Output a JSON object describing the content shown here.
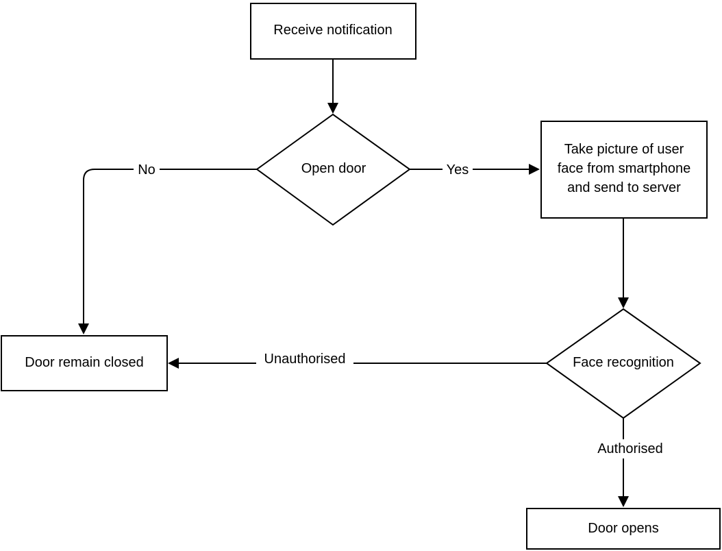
{
  "nodes": {
    "receive_notification": {
      "label": "Receive notification"
    },
    "open_door": {
      "label": "Open door"
    },
    "take_picture": {
      "lines": [
        "Take picture of user",
        "face from smartphone",
        "and send to server"
      ]
    },
    "face_recognition": {
      "label": "Face recognition"
    },
    "door_remain_closed": {
      "label": "Door remain closed"
    },
    "door_opens": {
      "label": "Door opens"
    }
  },
  "edges": {
    "no": {
      "label": "No"
    },
    "yes": {
      "label": "Yes"
    },
    "unauthorised": {
      "label": "Unauthorised"
    },
    "authorised": {
      "label": "Authorised"
    }
  }
}
